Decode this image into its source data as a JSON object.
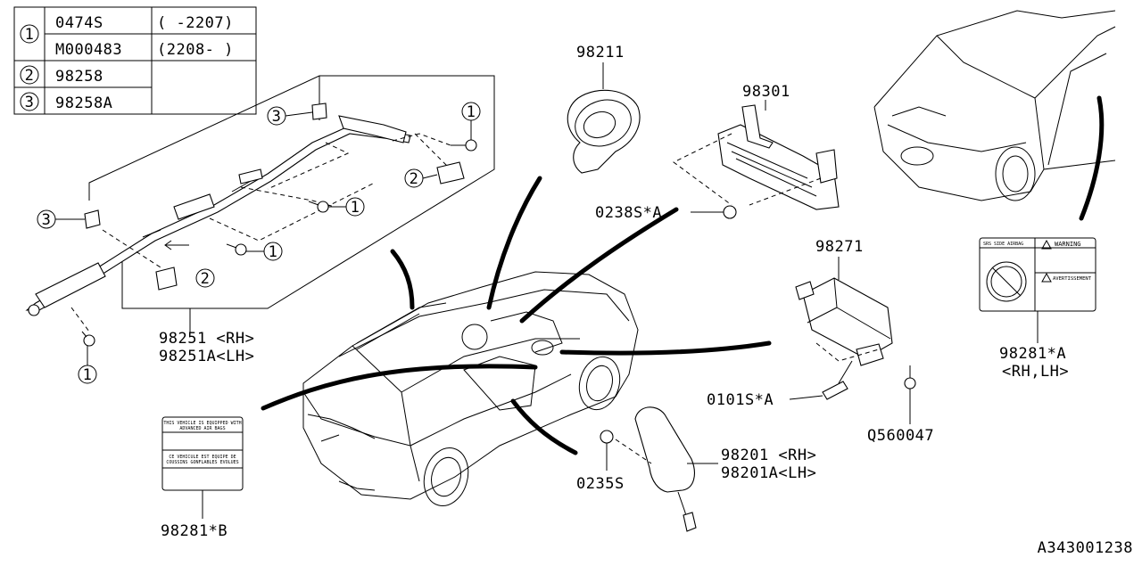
{
  "legend_table": {
    "rows": [
      {
        "marker": "1",
        "part": "0474S",
        "range": "( -2207)"
      },
      {
        "marker": "",
        "part": "M000483",
        "range": "(2208- )"
      },
      {
        "marker": "2",
        "part": "98258",
        "range": ""
      },
      {
        "marker": "3",
        "part": "98258A",
        "range": ""
      }
    ]
  },
  "callouts": {
    "c1a": "1",
    "c1b": "1",
    "c1c": "1",
    "c1d": "1",
    "c2a": "2",
    "c2b": "2",
    "c3a": "3",
    "c3b": "3"
  },
  "labels": {
    "p98211": "98211",
    "p98301": "98301",
    "p0238S": "0238S*A",
    "p98271": "98271",
    "p98251_rh": "98251  <RH>",
    "p98251_lh": "98251A<LH>",
    "p0101S": "0101S*A",
    "pQ560047": "Q560047",
    "p98281A_1": "98281*A",
    "p98281A_2": "<RH,LH>",
    "p98201_rh": "98201  <RH>",
    "p98201_lh": "98201A<LH>",
    "p0235S": "0235S",
    "p98281B": "98281*B",
    "diagram_id": "A343001238"
  },
  "warning_label": {
    "left_title": "SRS SIDE AIRBAG",
    "warning": "WARNING",
    "avert": "AVERTISSEMENT"
  },
  "label_b_text": {
    "line1": "THIS VEHICLE IS EQUIPPED WITH",
    "line2": "ADVANCED AIR BAGS",
    "line3": "CE VEHICULE EST EQUIPE DE",
    "line4": "COUSSINS GONFLABLES EVOLUES"
  }
}
